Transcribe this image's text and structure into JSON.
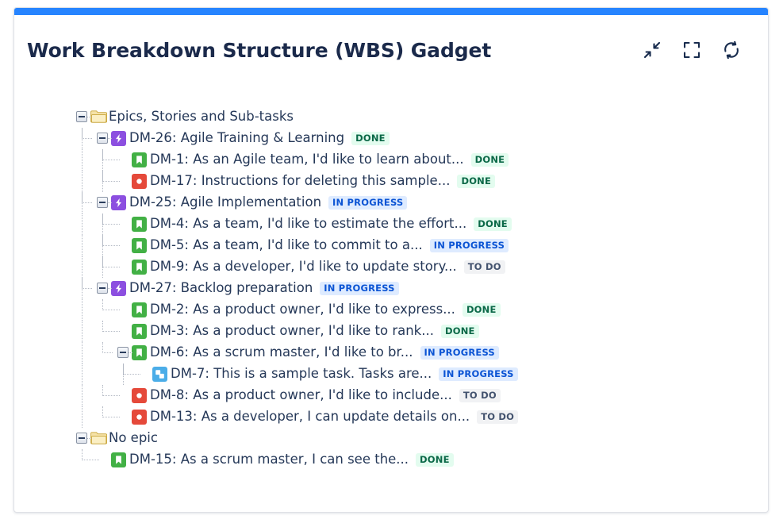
{
  "card": {
    "title": "Work Breakdown Structure (WBS) Gadget",
    "accent_color": "#2684ff",
    "actions": [
      {
        "name": "collapse-icon",
        "label": "Collapse"
      },
      {
        "name": "fullscreen-icon",
        "label": "Fullscreen"
      },
      {
        "name": "refresh-icon",
        "label": "Refresh"
      }
    ]
  },
  "status_colors": {
    "done_bg": "#e3fcef",
    "done_text": "#0a6847",
    "inprogress_bg": "#deebff",
    "inprogress_text": "#0b54d4",
    "todo_bg": "#f1f2f4",
    "todo_text": "#42526e"
  },
  "type_colors": {
    "epic": "#8c4fe0",
    "story": "#42b045",
    "bug": "#e5493a",
    "subtask": "#4bade8",
    "folder": "#f0c75e"
  },
  "tree": {
    "rows": [
      {
        "depth": 0,
        "toggle": "minus",
        "type": "folder",
        "label": "Epics, Stories and Sub-tasks",
        "status": ""
      },
      {
        "depth": 1,
        "toggle": "minus",
        "type": "epic",
        "label": "DM-26: Agile Training & Learning",
        "status": "DONE"
      },
      {
        "depth": 2,
        "toggle": "none",
        "type": "story",
        "label": "DM-1: As an Agile team, I'd like to learn about...",
        "status": "DONE"
      },
      {
        "depth": 2,
        "toggle": "none",
        "type": "bug",
        "label": "DM-17: Instructions for deleting this sample...",
        "status": "DONE"
      },
      {
        "depth": 1,
        "toggle": "minus",
        "type": "epic",
        "label": "DM-25: Agile Implementation",
        "status": "IN PROGRESS"
      },
      {
        "depth": 2,
        "toggle": "none",
        "type": "story",
        "label": "DM-4: As a team, I'd like to estimate the effort...",
        "status": "DONE"
      },
      {
        "depth": 2,
        "toggle": "none",
        "type": "story",
        "label": "DM-5: As a team, I'd like to commit to a...",
        "status": "IN PROGRESS"
      },
      {
        "depth": 2,
        "toggle": "none",
        "type": "story",
        "label": "DM-9: As a developer, I'd like to update story...",
        "status": "TO DO"
      },
      {
        "depth": 1,
        "toggle": "minus",
        "type": "epic",
        "label": "DM-27: Backlog preparation",
        "status": "IN PROGRESS"
      },
      {
        "depth": 2,
        "toggle": "none",
        "type": "story",
        "label": "DM-2: As a product owner, I'd like to express...",
        "status": "DONE"
      },
      {
        "depth": 2,
        "toggle": "none",
        "type": "story",
        "label": "DM-3: As a product owner, I'd like to rank...",
        "status": "DONE"
      },
      {
        "depth": 2,
        "toggle": "minus",
        "type": "story",
        "label": "DM-6: As a scrum master, I'd like to br...",
        "status": "IN PROGRESS"
      },
      {
        "depth": 3,
        "toggle": "none",
        "type": "subtask",
        "label": "DM-7: This is a sample task. Tasks are...",
        "status": "IN PROGRESS"
      },
      {
        "depth": 2,
        "toggle": "none",
        "type": "bug",
        "label": "DM-8: As a product owner, I'd like to include...",
        "status": "TO DO"
      },
      {
        "depth": 2,
        "toggle": "none",
        "type": "bug",
        "label": "DM-13: As a developer, I can update details on...",
        "status": "TO DO"
      },
      {
        "depth": 0,
        "toggle": "minus",
        "type": "folder",
        "label": "No epic",
        "status": ""
      },
      {
        "depth": 1,
        "toggle": "none",
        "type": "story",
        "label": "DM-15: As a scrum master, I can see the...",
        "status": "DONE"
      }
    ]
  }
}
